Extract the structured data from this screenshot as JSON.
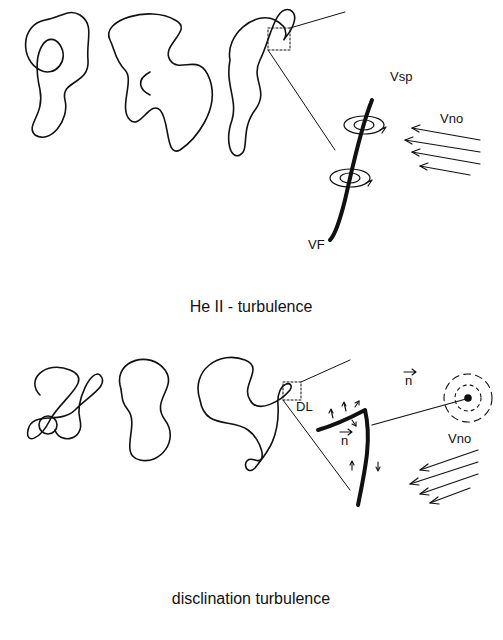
{
  "diagram": {
    "labels": [
      "Vsp",
      "Vno",
      "VF",
      "He II - turbulence",
      "DL",
      "n",
      "n",
      "Vno",
      "disclination turbulence"
    ]
  }
}
